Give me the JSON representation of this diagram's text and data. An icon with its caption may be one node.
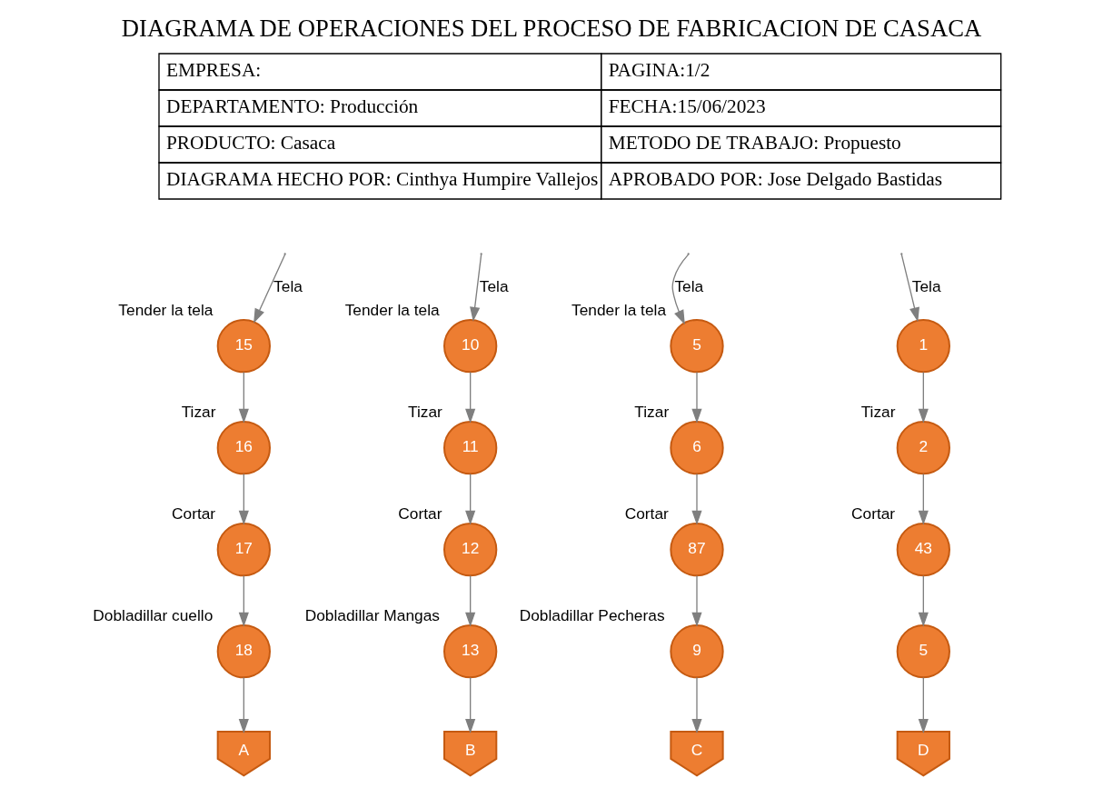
{
  "diagram": {
    "title": "DIAGRAMA DE OPERACIONES DEL PROCESO DE FABRICACION DE CASACA",
    "nodes": [
      {
        "text": [
          "15"
        ],
        "beside": [
          "Tender la tela"
        ]
      },
      {
        "text": [
          "16"
        ],
        "beside": [
          "Tizar"
        ]
      },
      {
        "text": [
          "17"
        ],
        "beside": [
          "Cortar"
        ]
      },
      {
        "text": [
          "18"
        ],
        "beside": [
          "Dobladillar cuello"
        ]
      },
      {
        "text": [
          "A"
        ]
      },
      {
        "text": [
          "10"
        ],
        "beside": [
          "Tender la tela"
        ]
      },
      {
        "text": [
          "11"
        ],
        "beside": [
          "Tizar"
        ]
      },
      {
        "text": [
          "12"
        ],
        "beside": [
          "Cortar"
        ]
      },
      {
        "text": [
          "13"
        ],
        "beside": [
          "Dobladillar Mangas"
        ]
      },
      {
        "text": [
          "B"
        ]
      },
      {
        "text": [
          "5"
        ],
        "beside": [
          "Tender la tela"
        ]
      },
      {
        "text": [
          "6"
        ],
        "beside": [
          "Tizar"
        ]
      },
      {
        "text": [
          "87"
        ],
        "beside": [
          "Cortar"
        ]
      },
      {
        "text": [
          "9"
        ],
        "beside": [
          "Dobladillar Pecheras"
        ]
      },
      {
        "text": [
          "C"
        ]
      },
      {
        "text": [
          "1"
        ]
      },
      {
        "text": [
          "2"
        ],
        "beside": [
          "Tizar"
        ]
      },
      {
        "text": [
          "43"
        ],
        "beside": [
          "Cortar"
        ]
      },
      {
        "text": [
          "5"
        ]
      },
      {
        "text": [
          "D"
        ]
      }
    ],
    "edges": [
      {
        "from": null,
        "to": 0,
        "arrow": "to",
        "label": "Tela"
      },
      {
        "from": 0,
        "to": 1,
        "arrow": "to"
      },
      {
        "from": 1,
        "to": 2,
        "arrow": "to"
      },
      {
        "from": 2,
        "to": 3,
        "arrow": "to"
      },
      {
        "from": 3,
        "to": 4,
        "arrow": "to"
      },
      {
        "from": null,
        "to": 5,
        "arrow": "to",
        "label": "Tela"
      },
      {
        "from": 5,
        "to": 6,
        "arrow": "to"
      },
      {
        "from": 6,
        "to": 7,
        "arrow": "to"
      },
      {
        "from": 7,
        "to": 8,
        "arrow": "to"
      },
      {
        "from": 8,
        "to": 9,
        "arrow": "to"
      },
      {
        "from": null,
        "to": 10,
        "arrow": "to",
        "label": "Tela"
      },
      {
        "from": 10,
        "to": 11,
        "arrow": "to"
      },
      {
        "from": 11,
        "to": 12,
        "arrow": "to"
      },
      {
        "from": 12,
        "to": 13,
        "arrow": "to"
      },
      {
        "from": 13,
        "to": 14,
        "arrow": "to"
      },
      {
        "from": null,
        "to": 15,
        "arrow": "to",
        "label": "Tela"
      },
      {
        "from": 15,
        "to": 16,
        "arrow": "to"
      },
      {
        "from": 16,
        "to": 17,
        "arrow": "to"
      },
      {
        "from": 17,
        "to": 18,
        "arrow": "to"
      },
      {
        "from": 18,
        "to": 19,
        "arrow": "to"
      }
    ],
    "labels": [
      "EMPRESA:",
      "PAGINA:1/2",
      "DEPARTAMENTO: Producción",
      "FECHA:15/06/2023",
      "PRODUCTO: Casaca",
      "METODO DE TRABAJO: Propuesto",
      "DIAGRAMA HECHO POR: Cinthya Humpire Vallejos",
      "APROBADO POR: Jose Delgado Bastidas"
    ]
  }
}
